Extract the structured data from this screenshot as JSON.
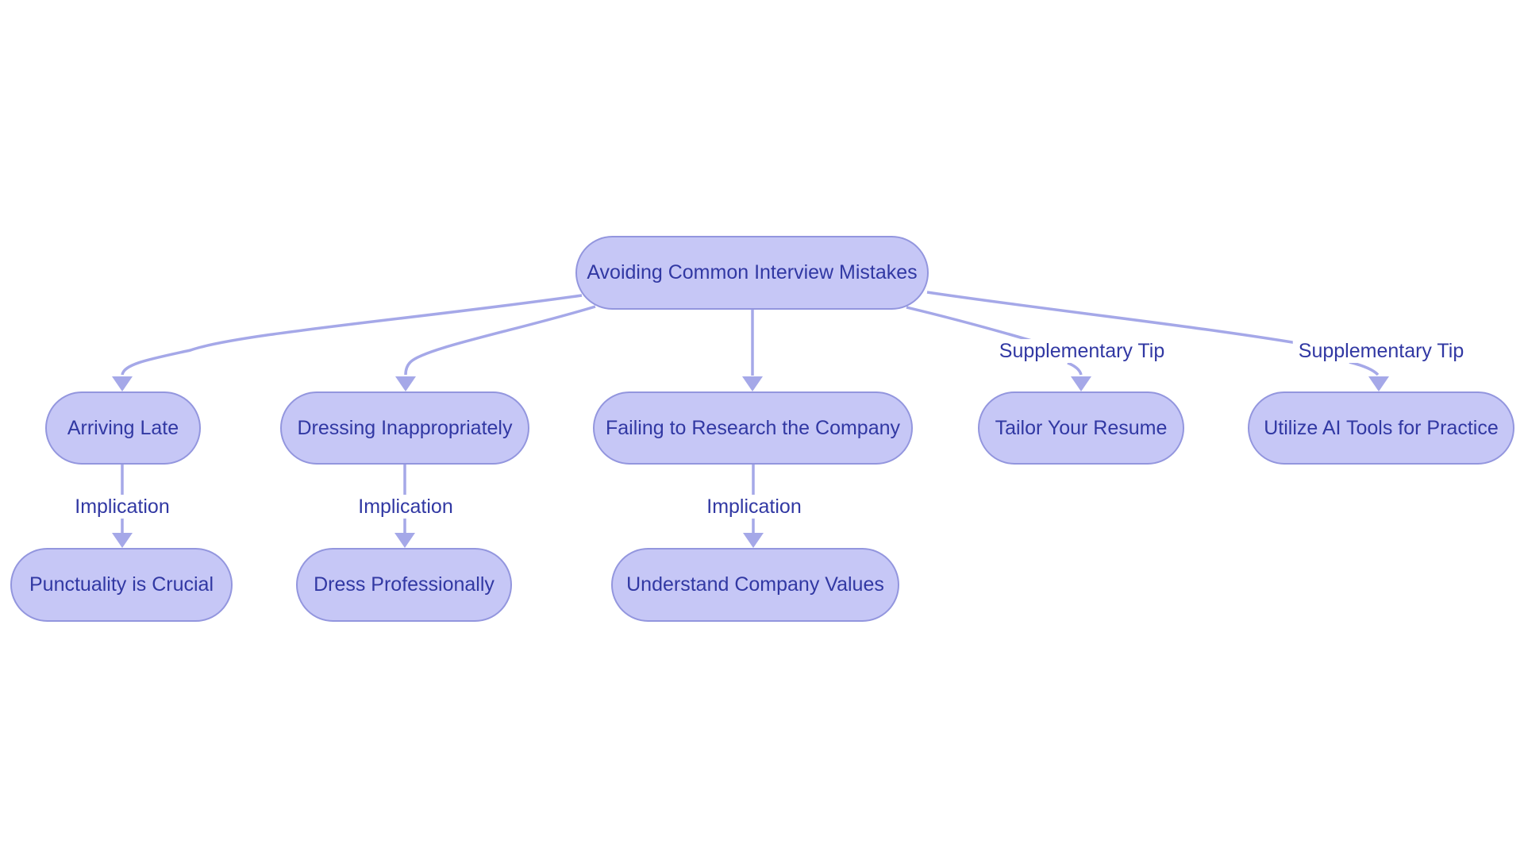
{
  "diagram": {
    "type": "flowchart",
    "colors": {
      "node_fill": "#c6c7f6",
      "node_border": "#9396de",
      "edge": "#a5a8e8",
      "text": "#3138a3",
      "background": "#ffffff"
    },
    "nodes": {
      "root": {
        "label": "Avoiding Common Interview Mistakes"
      },
      "arriving_late": {
        "label": "Arriving Late"
      },
      "dressing": {
        "label": "Dressing Inappropriately"
      },
      "failing": {
        "label": "Failing to Research the Company"
      },
      "tailor": {
        "label": "Tailor Your Resume"
      },
      "utilize": {
        "label": "Utilize AI Tools for Practice"
      },
      "punctuality": {
        "label": "Punctuality is Crucial"
      },
      "dress_prof": {
        "label": "Dress Professionally"
      },
      "understand": {
        "label": "Understand Company Values"
      }
    },
    "edge_labels": {
      "implication_1": "Implication",
      "implication_2": "Implication",
      "implication_3": "Implication",
      "supplementary_tip_1": "Supplementary Tip",
      "supplementary_tip_2": "Supplementary Tip"
    },
    "edges": [
      {
        "from": "Avoiding Common Interview Mistakes",
        "to": "Arriving Late",
        "label": ""
      },
      {
        "from": "Avoiding Common Interview Mistakes",
        "to": "Dressing Inappropriately",
        "label": ""
      },
      {
        "from": "Avoiding Common Interview Mistakes",
        "to": "Failing to Research the Company",
        "label": ""
      },
      {
        "from": "Avoiding Common Interview Mistakes",
        "to": "Tailor Your Resume",
        "label": "Supplementary Tip"
      },
      {
        "from": "Avoiding Common Interview Mistakes",
        "to": "Utilize AI Tools for Practice",
        "label": "Supplementary Tip"
      },
      {
        "from": "Arriving Late",
        "to": "Punctuality is Crucial",
        "label": "Implication"
      },
      {
        "from": "Dressing Inappropriately",
        "to": "Dress Professionally",
        "label": "Implication"
      },
      {
        "from": "Failing to Research the Company",
        "to": "Understand Company Values",
        "label": "Implication"
      }
    ]
  }
}
